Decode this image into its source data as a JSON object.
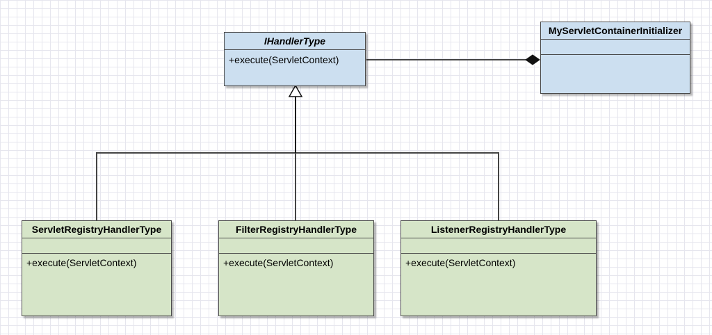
{
  "diagram": {
    "colors": {
      "interface_fill": "#ccdff0",
      "class_fill": "#d6e5c8",
      "border": "#4a4a4a",
      "line": "#444444"
    },
    "classes": {
      "ihandler": {
        "name": "IHandlerType",
        "stereotype": "interface",
        "methods": [
          "+execute(ServletContext)"
        ]
      },
      "initializer": {
        "name": "MyServletContainerInitializer",
        "methods": []
      },
      "servlet": {
        "name": "ServletRegistryHandlerType",
        "methods": [
          "+execute(ServletContext)"
        ]
      },
      "filter": {
        "name": "FilterRegistryHandlerType",
        "methods": [
          "+execute(ServletContext)"
        ]
      },
      "listener": {
        "name": "ListenerRegistryHandlerType",
        "methods": [
          "+execute(ServletContext)"
        ]
      }
    },
    "relationships": [
      {
        "type": "realization",
        "from": "servlet",
        "to": "ihandler",
        "arrow": "hollow-triangle"
      },
      {
        "type": "realization",
        "from": "filter",
        "to": "ihandler",
        "arrow": "hollow-triangle"
      },
      {
        "type": "realization",
        "from": "listener",
        "to": "ihandler",
        "arrow": "hollow-triangle"
      },
      {
        "type": "composition",
        "from": "ihandler",
        "to": "initializer",
        "arrow": "filled-diamond"
      }
    ]
  }
}
